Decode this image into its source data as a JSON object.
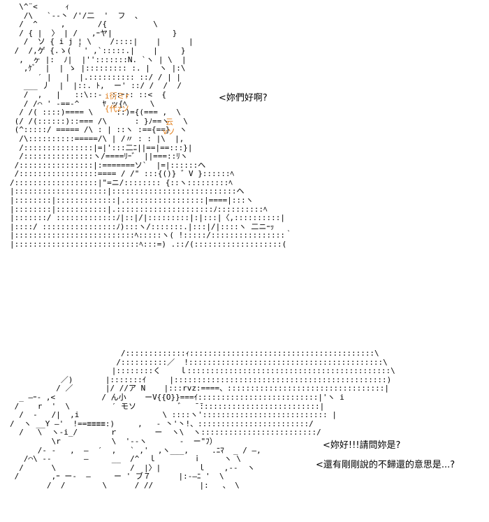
{
  "art": {
    "top_figure": "  \\^¨<      ｨ\n   /\\   `--丶 /'/二  '  フ  、\n  /  ^     ,       /{          \\\n  / { |  〉 | /   ,ｰヤ|             }\n   /  ソ { i j ¦ \\    /::::|    |      |\n /  /,ゲ {.ゝ( ｀' ,`:::::.|    |     }\n  ,  ヶ |:  ﾉ|  |'':::::::N. `ヽ | \\  |\n   ,ｹﾞ  |  | ゝ |::::::::: :. |  ヽ |:\\\n      ′ |   |  |.:::::::::: ::/ / | |\n   ___ 丿  |  |::. ﾄ,  ー' ::/ /  /  /\n   /  ,   |   ::\\::-  ::ｰ:: ::<  {\n   / /⌒ ' ‐==‐^     ﾔ ッ{ﾍ     \\\n  / /( ::::)==== \\     ::)={(=== ,  \\\n (/ /(::::::)::=== /\\      : }ﾉ==ヽ   \\\n (^:::::/ ===== /\\ : | ::ヽ :=={==}  ヽ\n  /\\::::::::::=====/\\ | /〃 : : |\\  |,\n  /:::::::::::::::|=|':::二ﾆ||==|==:::}|\n  /:::::::::::::::ヽ/====ﾘｰ゛ ||===::ﾘヽ\n /::::::::::::::::|:=======ソ`  |=|::::::ヘ\n /:::::::::::::::::==== / /\" :::{()} ゛V }::::::ﾍ\n/::::::::::::::::::|\"=ニ/:::::::: {::ヽ:::::::::ﾍ\n|::::::::::::::::::::|:::::::::::::::::::::::::::ヘ\n|::::::::|:::::::::::::|.:::::::::::::::::|====|:::ヽ\n|::::::::|:::::::::::|.:::::::::::::::::::::ﾉ::::::::::ﾍ\n|:::::::/ :::::::::::::ﾉ|::|/|:::::::::|:|:::|〈,::::::::::|\n|::::/ ::::::::::::::::ﾉ):::ヽ/:::::::.|:::|/|::::ヽ 二ニｰｯ\n|::::::::::::::::::::::::::ﾍ:::::ヽ( !:::::/::::::::::::::::｀\n|:::::::::::::::::::::::::::ﾍ:::=) .::/(:::::::::::::::::::(",
    "bottom_figure": "                        /:::::::::::::ｨ::::::::::::::::::::::::::::::::::::::::\\\n                       /::::::::::／  !::::::::::::::::::::::::::::::::::::::::::\\\n                      |::::::::く    ｌ::::::::::::::::::::::::::::::::::::::::::::\\\n           ／)       |:::::::ｲ     |::::::::::::::::::::::::::::::::::::::::::::::)\n          / ／       |/ //ア N    |:::rvz:====、::::::::::::::::::::::::::::::::::|\n  _ ―ｰ‐ ,<          / ん小    ーV{{O}}===ｲ::::::::::::::::::::::::::|'ヽ i\n /    r  '  \\         ′ モソ         ゛  ̄ ̄::::::::::::::::::::::::::|\n  /  ‐   /|  ,i                  \\ ::::ヽ'::::::::::::::::::::::::::: |\n/  ヽ __Y ―'  !==≡≡≡≡:)     ,   ‐ 丶'丶!、::::::::::::::::::::::::/\n  /   \\  ヽ‐i_/       ｒ        ー  ヽ\\  ヽ:::::::::::::::::::::::::/\n         \\r           \\  '‐-ヽ       ‐  ー\"ﾌ）\n      /‐ ‐   ,  ―  ′  ,   ` ,'  ,ヽ___,     .ﾆﾏ  _ / ―,\n   /⌒\\ ‐‐       ―     __  /^  ｌ        ｉ     ヽ \\\n  /      \\                /  |〉|        ｌ    ,-‐  ヽ\n /       ,ｰ ー‐  ―     ー ' ブ７      |:-―ﾆ '  \\\n        /  /        \\      / //          |:   、 \\"
  },
  "overlays": {
    "face_text_1": "i衍ミr",
    "face_text_2": "{代zソ",
    "face_text_3": "云",
    "face_text_4": "vソ"
  },
  "dialogue": {
    "line_1": "<妳們好啊?",
    "line_2": "<妳好!!!請問妳是?",
    "line_3": "<還有剛剛說的不歸還的意思是...?"
  },
  "colors": {
    "text": "#000000",
    "accent_orange": "#e07b16",
    "background": "#ffffff"
  }
}
